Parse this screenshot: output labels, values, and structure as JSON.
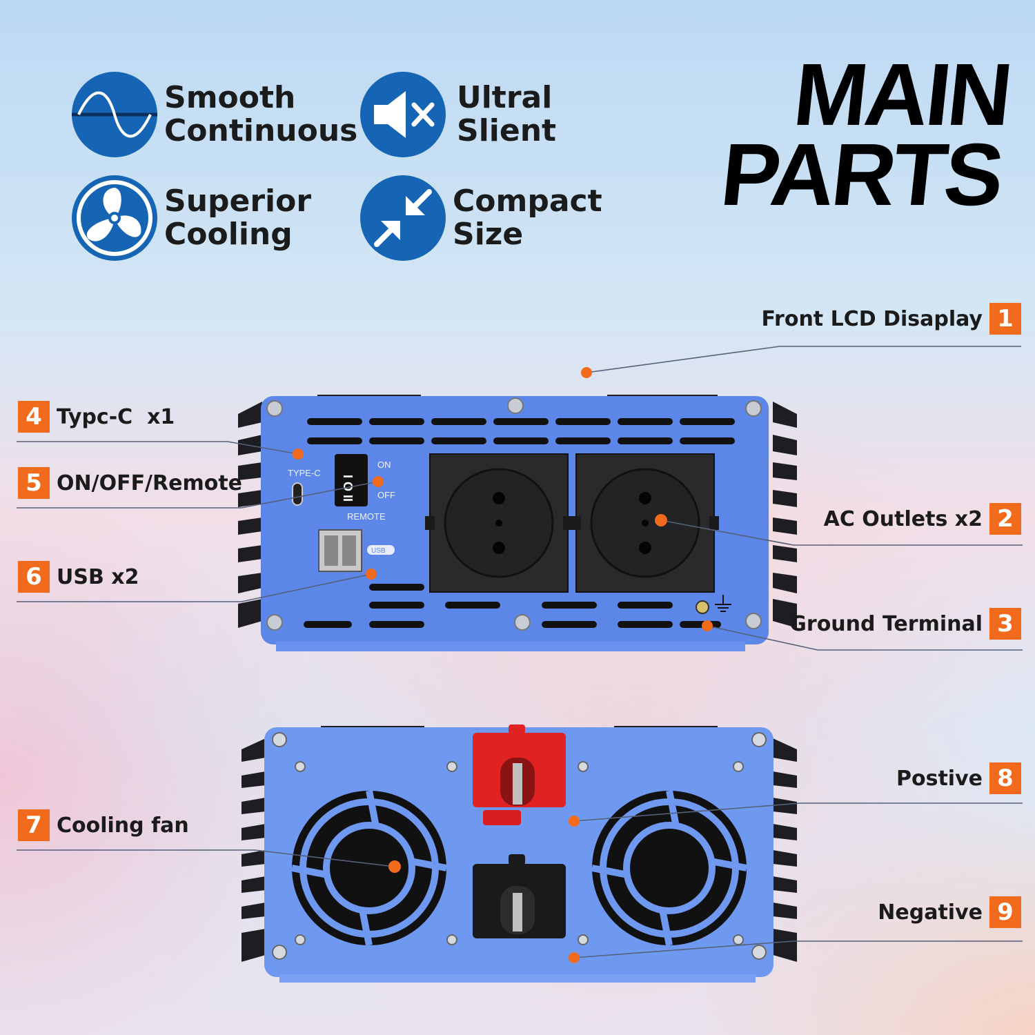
{
  "features": [
    {
      "line1": "Smooth",
      "line2": "Continuous",
      "icon": "sine-wave-icon"
    },
    {
      "line1": "Ultral",
      "line2": "Slient",
      "icon": "speaker-mute-icon"
    },
    {
      "line1": "Superior",
      "line2": "Cooling",
      "icon": "fan-icon"
    },
    {
      "line1": "Compact",
      "line2": "Size",
      "icon": "compress-arrows-icon"
    }
  ],
  "title": {
    "line1": "MAIN",
    "line2": "PARTS"
  },
  "parts": [
    {
      "num": "1",
      "label": "Front LCD Disaplay"
    },
    {
      "num": "2",
      "label": "AC Outlets x2"
    },
    {
      "num": "3",
      "label": "Ground Terminal"
    },
    {
      "num": "4",
      "label": "Typc-C  x1"
    },
    {
      "num": "5",
      "label": "ON/OFF/Remote"
    },
    {
      "num": "6",
      "label": "USB x2"
    },
    {
      "num": "7",
      "label": "Cooling fan"
    },
    {
      "num": "8",
      "label": "Postive"
    },
    {
      "num": "9",
      "label": "Negative"
    }
  ],
  "device_labels": {
    "typec": "TYPE-C",
    "on": "ON",
    "off": "OFF",
    "remote": "REMOTE",
    "usb": "USB"
  },
  "colors": {
    "accent_orange": "#f26a1b",
    "icon_blue": "#1565b4",
    "device_blue": "#5c86e8"
  }
}
